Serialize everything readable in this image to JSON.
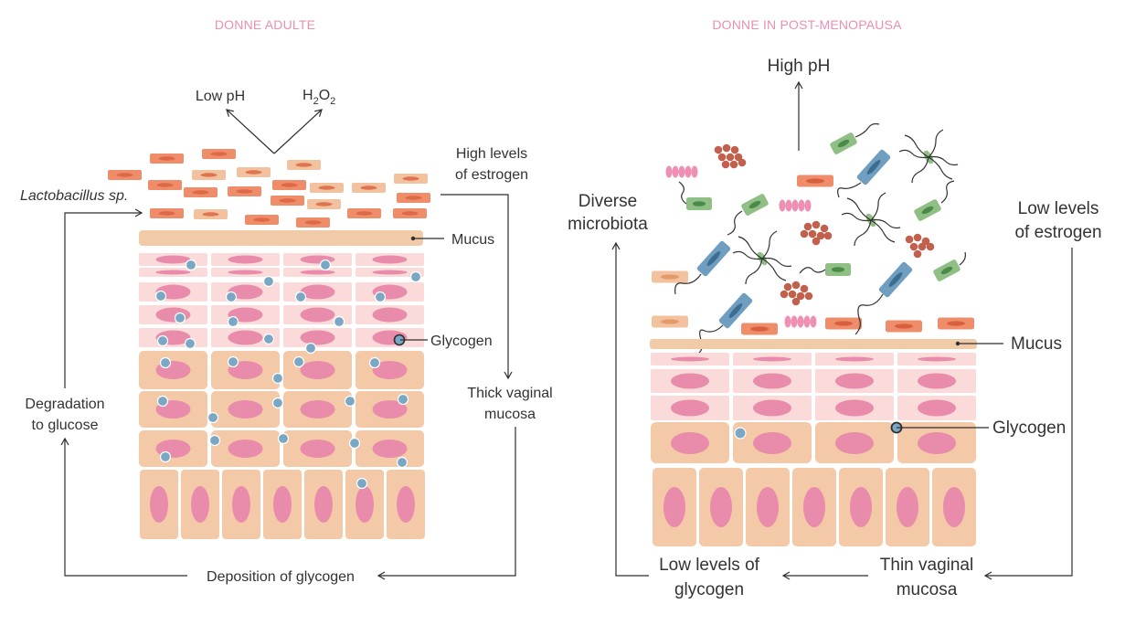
{
  "colors": {
    "title": "#ea8fb2",
    "text": "#333333",
    "mucus": "#f1cba8",
    "basal_cell": "#f3c9a7",
    "superficial_cell": "#fbdada",
    "nucleus": "#e98bab",
    "glycogen": "#7aa8c4",
    "bacteria_orange": "#ef8c6a",
    "bacteria_peach": "#f2c29e",
    "bacteria_green": "#8fbf84",
    "bacteria_blue": "#6f9ec0",
    "bacteria_brown": "#c0604d",
    "bacteria_pink": "#ef8fb4"
  },
  "left_panel": {
    "title": "DONNE ADULTE",
    "low_ph": "Low pH",
    "h2o2": {
      "base": "H",
      "sub1": "2",
      "mid": "O",
      "sub2": "2"
    },
    "lactobacillus": "Lactobacillus sp.",
    "high_estrogen": [
      "High levels",
      "of estrogen"
    ],
    "mucus": "Mucus",
    "glycogen": "Glycogen",
    "thick_mucosa": [
      "Thick vaginal",
      "mucosa"
    ],
    "degradation": [
      "Degradation",
      "to glucose"
    ],
    "deposition": "Deposition of glycogen"
  },
  "right_panel": {
    "title": "DONNE IN POST-MENOPAUSA",
    "high_ph": "High pH",
    "diverse": [
      "Diverse",
      "microbiota"
    ],
    "low_estrogen": [
      "Low levels",
      "of estrogen"
    ],
    "mucus": "Mucus",
    "glycogen": "Glycogen",
    "thin_mucosa": [
      "Thin vaginal",
      "mucosa"
    ],
    "low_glycogen": [
      "Low levels of",
      "glycogen"
    ]
  }
}
